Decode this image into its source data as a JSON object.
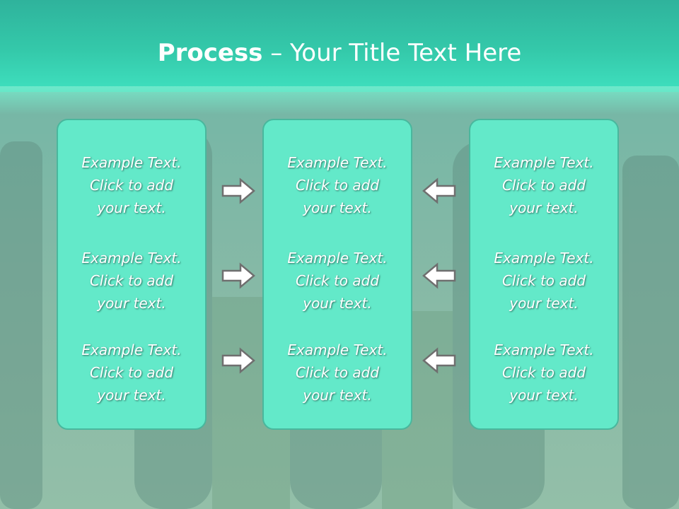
{
  "title": {
    "bold": "Process",
    "rest": " – Your Title Text Here"
  },
  "boxes": [
    {
      "items": [
        {
          "line1": "Example Text.",
          "line2": "Click  to add",
          "line3": "your text."
        },
        {
          "line1": "Example Text.",
          "line2": "Click  to add",
          "line3": "your text."
        },
        {
          "line1": "Example Text.",
          "line2": "Click  to add",
          "line3": "your text."
        }
      ]
    },
    {
      "items": [
        {
          "line1": "Example Text.",
          "line2": "Click  to add",
          "line3": "your text."
        },
        {
          "line1": "Example Text.",
          "line2": "Click  to add",
          "line3": "your text."
        },
        {
          "line1": "Example Text.",
          "line2": "Click  to add",
          "line3": "your text."
        }
      ]
    },
    {
      "items": [
        {
          "line1": "Example Text.",
          "line2": "Click  to add",
          "line3": "your text."
        },
        {
          "line1": "Example Text.",
          "line2": "Click  to add",
          "line3": "your text."
        },
        {
          "line1": "Example Text.",
          "line2": "Click  to add",
          "line3": "your text."
        }
      ]
    }
  ],
  "icons": {
    "right_arrow": "arrow-right-icon",
    "left_arrow": "arrow-left-icon"
  },
  "colors": {
    "header": "#34c9aa",
    "box_fill": "#63e9c9",
    "box_border": "#49b79d",
    "arrow_fill": "#ffffff",
    "arrow_stroke": "#6f6f6f"
  }
}
